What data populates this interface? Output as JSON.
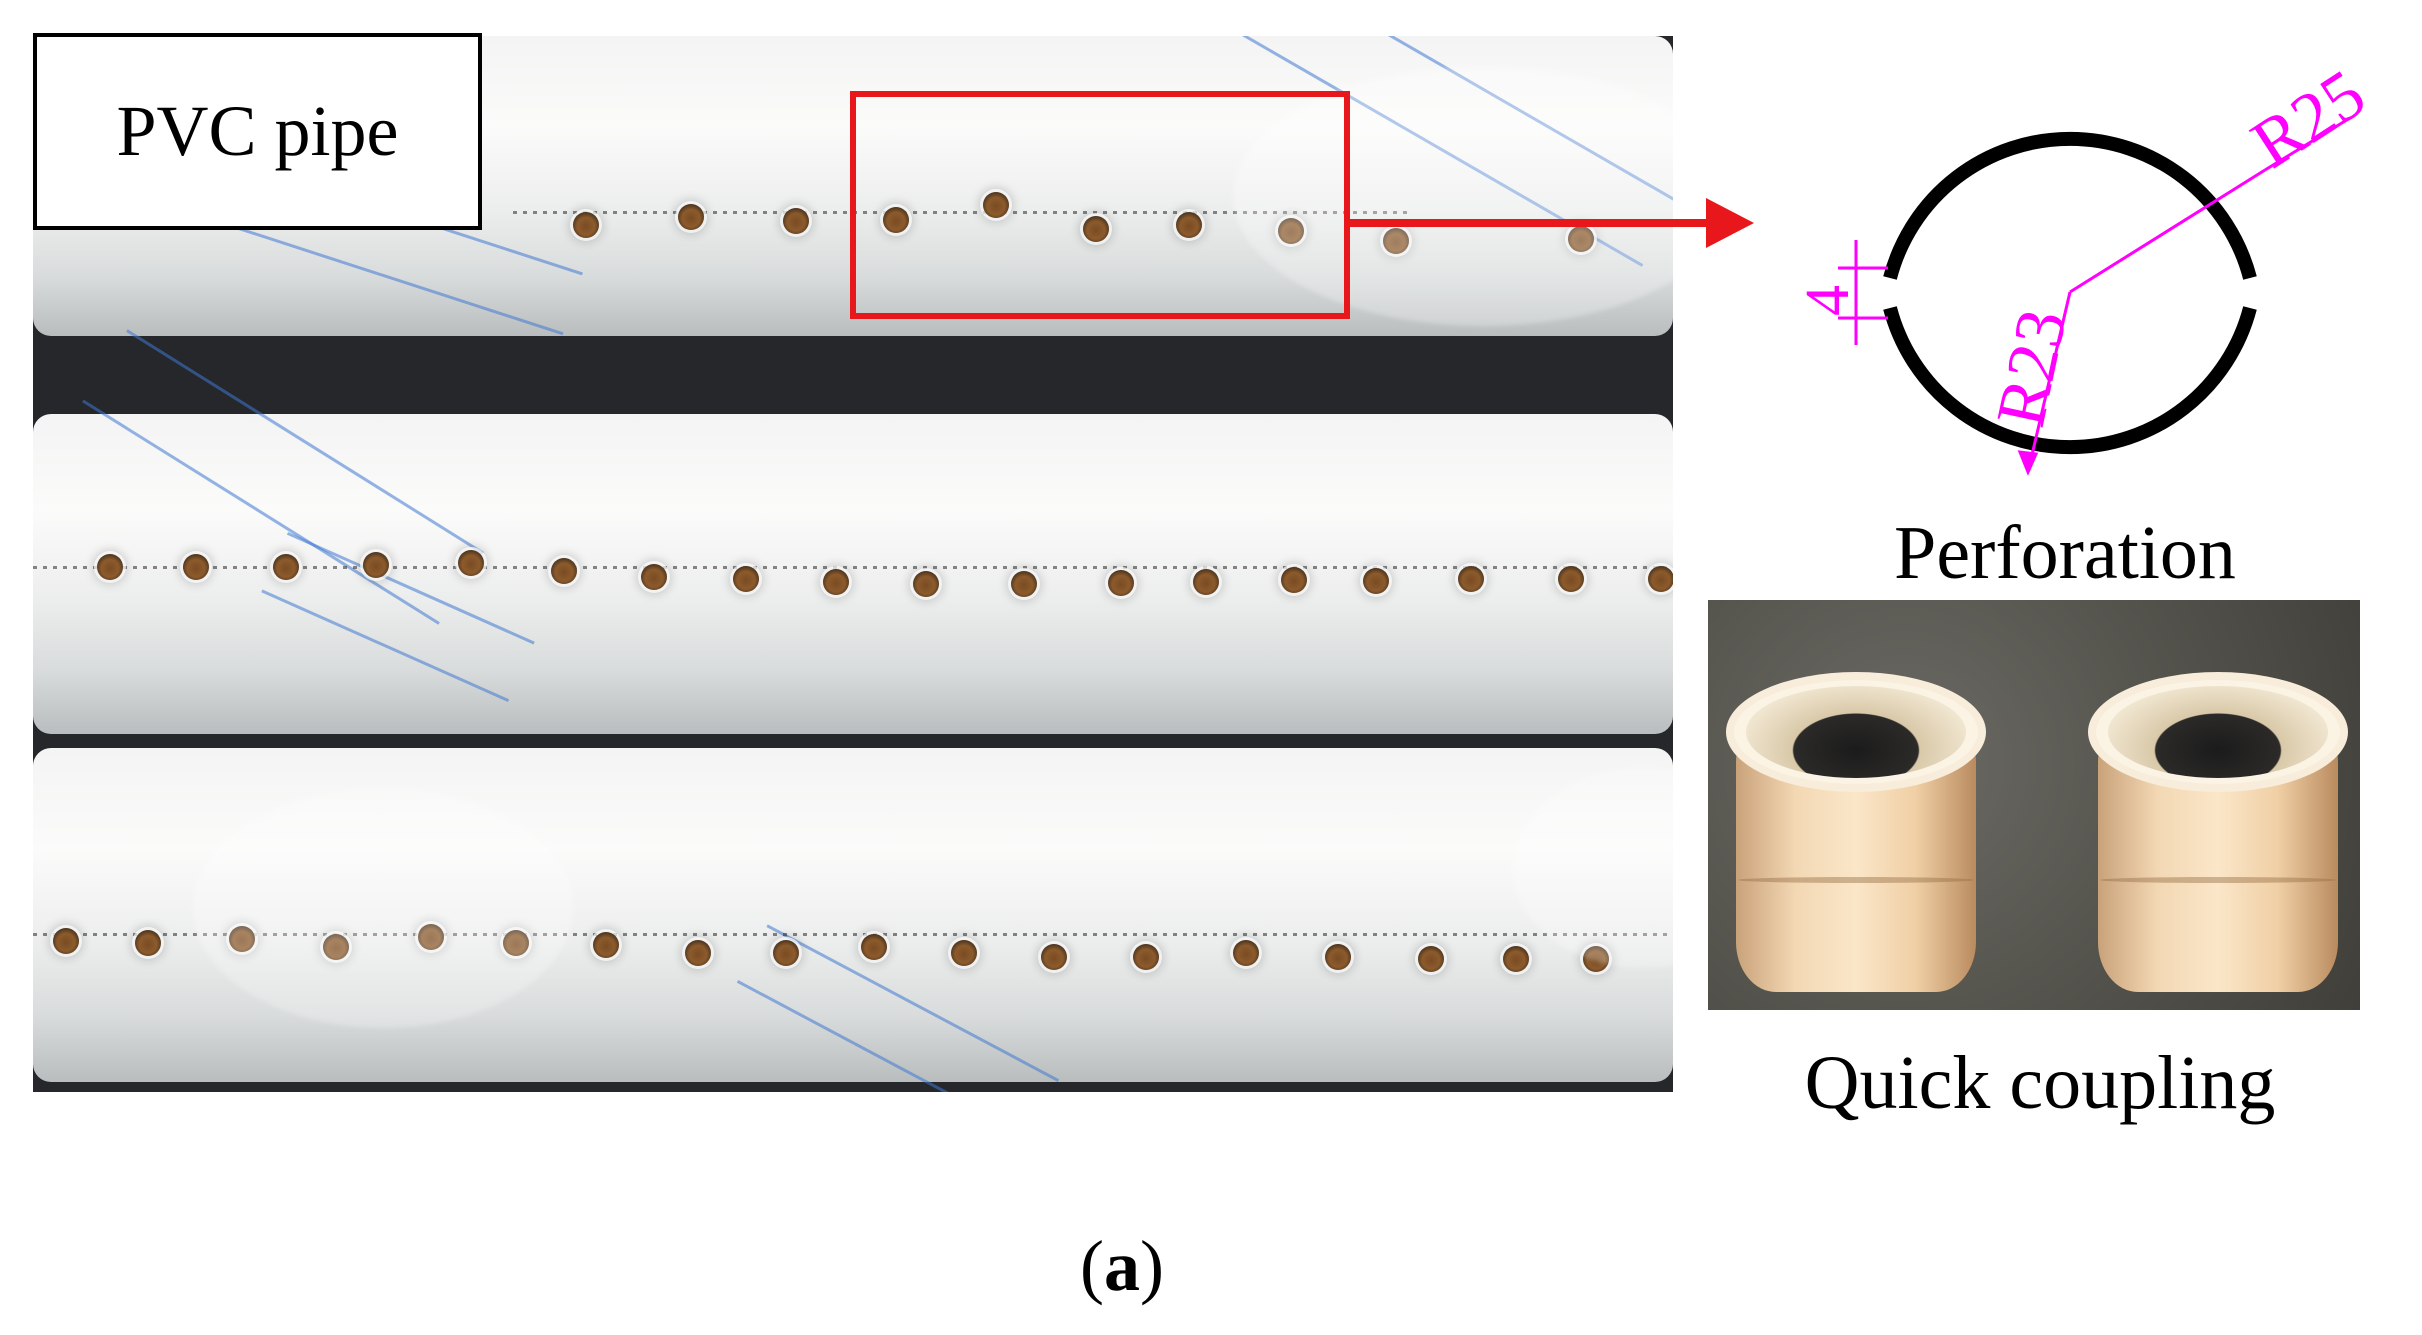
{
  "figure": {
    "photo_label": "PVC pipe",
    "perforation_caption": "Perforation",
    "coupling_caption": "Quick coupling",
    "subfigure_label": {
      "open": "(",
      "letter": "a",
      "close": ")"
    }
  },
  "perforation_drawing": {
    "dimensions": {
      "outer_radius": "R25",
      "inner_radius": "R23",
      "slot_width": "4"
    }
  },
  "colors": {
    "highlight": "#e8171b",
    "dimension": "#ff00ff",
    "outline": "#000000"
  }
}
